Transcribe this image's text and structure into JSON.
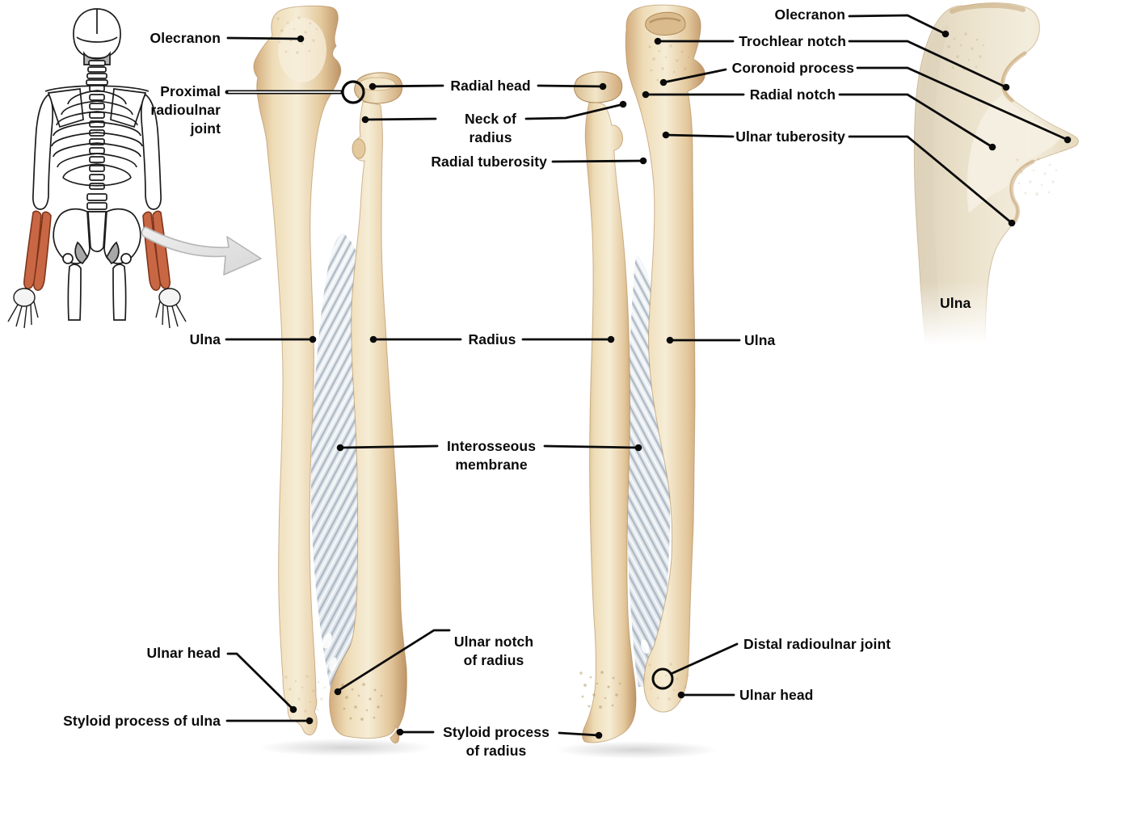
{
  "labels": {
    "olecranon_left": "Olecranon",
    "proximal_radioulnar_joint": "Proximal\nradioulnar\njoint",
    "radial_head": "Radial head",
    "neck_of_radius": "Neck of\nradius",
    "radial_tuberosity": "Radial tuberosity",
    "ulna_left": "Ulna",
    "radius": "Radius",
    "ulna_right": "Ulna",
    "interosseous_membrane": "Interosseous\nmembrane",
    "ulnar_head_left": "Ulnar head",
    "styloid_process_of_ulna": "Styloid process of ulna",
    "ulnar_notch_of_radius": "Ulnar notch\nof radius",
    "styloid_process_of_radius": "Styloid process\nof radius",
    "distal_radioulnar_joint": "Distal radioulnar joint",
    "ulnar_head_right": "Ulnar head",
    "olecranon_right": "Olecranon",
    "trochlear_notch": "Trochlear notch",
    "coronoid_process": "Coronoid process",
    "radial_notch": "Radial notch",
    "ulnar_tuberosity": "Ulnar tuberosity",
    "ulna_closeup": "Ulna"
  },
  "colors": {
    "bone_highlight": "#f6edd6",
    "bone_mid": "#ecd8b2",
    "bone_edge": "#c99e6f",
    "bone_outline": "#a97f4f",
    "membrane_base": "#e4e9ee",
    "membrane_stripe": "#a7b3bf",
    "leader_line": "#0a0a0a",
    "skeleton_forearm_highlight": "#c96744",
    "arrow_fill": "#e6e6e6"
  }
}
